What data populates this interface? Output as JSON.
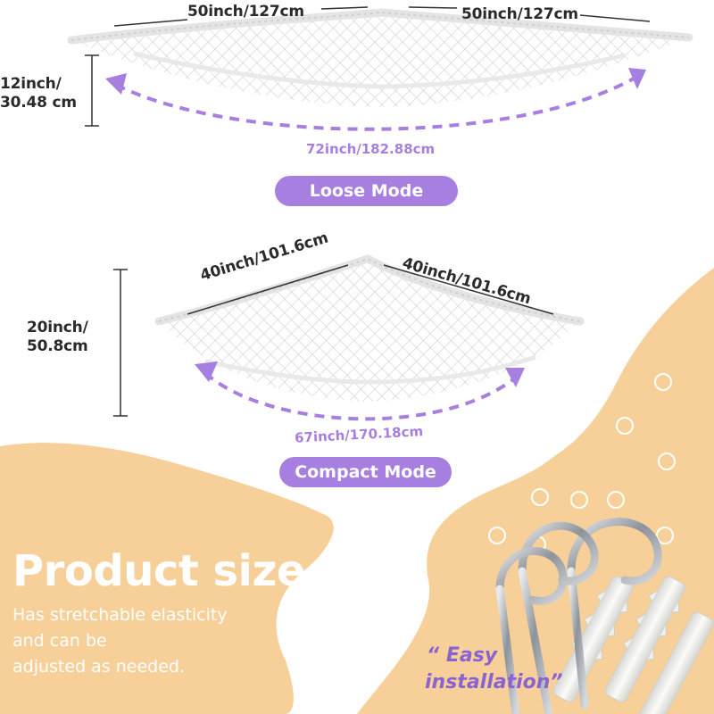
{
  "colors": {
    "accent_purple": "#a67fe0",
    "peach": "#f7d099",
    "net_white": "#f2f2f2",
    "dimension_text": "#2a2a2a",
    "hook_metal": "#9aa0a6",
    "anchor_white": "#f4f4f2"
  },
  "loose_mode": {
    "left_length": "50inch/127cm",
    "right_length": "50inch/127cm",
    "height": [
      "12inch/",
      "30.48 cm"
    ],
    "span": "72inch/182.88cm",
    "label": "Loose Mode"
  },
  "compact_mode": {
    "left_length": "40inch/101.6cm",
    "right_length": "40inch/101.6cm",
    "height": [
      "20inch/",
      "50.8cm"
    ],
    "span": "67inch/170.18cm",
    "label": "Compact Mode"
  },
  "product": {
    "heading": "Product size",
    "description": [
      "Has stretchable elasticity",
      "and can be",
      "adjusted as needed."
    ]
  },
  "installation": {
    "line1": "“ Easy",
    "line2": "installation”"
  },
  "icons": [
    "double-arrow-icon",
    "screw-hook-icon",
    "wall-anchor-icon",
    "circle-decoration-icon"
  ]
}
